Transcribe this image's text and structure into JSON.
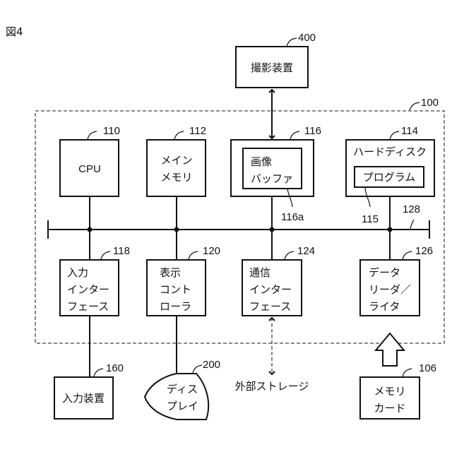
{
  "figure": {
    "title": "図4"
  },
  "frame": {
    "ref": "100"
  },
  "bus": {
    "ref": "128"
  },
  "components": {
    "imaging_device": {
      "ref": "400",
      "lines": [
        "撮影装置"
      ]
    },
    "cpu": {
      "ref": "110",
      "lines": [
        "CPU"
      ]
    },
    "main_memory": {
      "ref": "112",
      "lines": [
        "メイン",
        "メモリ"
      ]
    },
    "image_buffer_outer": {
      "ref": "116"
    },
    "image_buffer": {
      "ref": "116a",
      "lines": [
        "画像",
        "バッファ"
      ]
    },
    "hard_disk": {
      "ref": "114",
      "lines": [
        "ハードディスク"
      ]
    },
    "program": {
      "ref": "115",
      "lines": [
        "プログラム"
      ]
    },
    "input_interface": {
      "ref": "118",
      "lines": [
        "入力",
        "インター",
        "フェース"
      ]
    },
    "display_controller": {
      "ref": "120",
      "lines": [
        "表示",
        "コント",
        "ローラ"
      ]
    },
    "comm_interface": {
      "ref": "124",
      "lines": [
        "通信",
        "インター",
        "フェース"
      ]
    },
    "data_reader_writer": {
      "ref": "126",
      "lines": [
        "データ",
        "リーダ／",
        "ライタ"
      ]
    },
    "input_device": {
      "ref": "160",
      "lines": [
        "入力装置"
      ]
    },
    "display": {
      "ref": "200",
      "lines": [
        "ディス",
        "プレイ"
      ]
    },
    "external_storage": {
      "lines": [
        "外部ストレージ"
      ]
    },
    "memory_card": {
      "ref": "106",
      "lines": [
        "メモリ",
        "カード"
      ]
    }
  }
}
